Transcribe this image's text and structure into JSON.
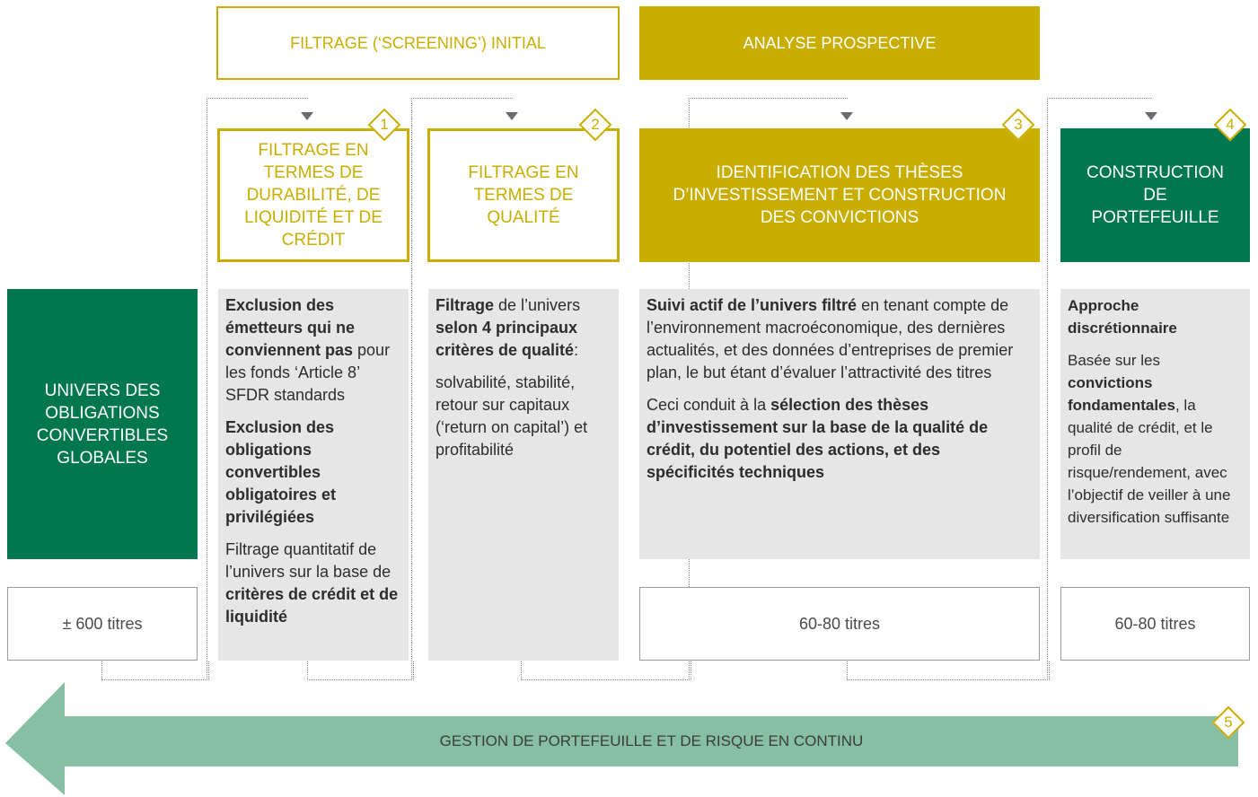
{
  "headers": {
    "screening": "FILTRAGE (‘SCREENING’) INITIAL",
    "prospective": "ANALYSE PROSPECTIVE"
  },
  "universe": {
    "label": "UNIVERS DES OBLIGATIONS CONVERTIBLES GLOBALES",
    "count": "± 600 titres"
  },
  "steps": [
    {
      "number": "1",
      "title": "FILTRAGE EN TERMES DE DURABILITÉ, DE LIQUIDITÉ ET DE CRÉDIT"
    },
    {
      "number": "2",
      "title": "FILTRAGE EN TERMES DE QUALITÉ"
    },
    {
      "number": "3",
      "title": "IDENTIFICATION DES THÈSES D’INVESTISSEMENT ET CONSTRUCTION DES CONVICTIONS"
    },
    {
      "number": "4",
      "title": "CONSTRUCTION DE PORTEFEUILLE"
    }
  ],
  "panels": {
    "p1": {
      "a_bold": "Exclusion des émetteurs qui ne conviennent pas",
      "a_rest": " pour les fonds ‘Article 8’ SFDR standards",
      "b_bold": "Exclusion des obligations convertibles obligatoires et privilégiées",
      "c_pre": "Filtrage quantitatif de l’univers sur la base de ",
      "c_bold": "critères de crédit et de liquidité"
    },
    "p2": {
      "a_bold1": "Filtrage",
      "a_mid": " de l’univers ",
      "a_bold2": "selon 4 principaux critères de qualité",
      "a_end": ":",
      "b": "solvabilité, stabilité, retour sur capitaux (‘return on capital’) et profitabilité"
    },
    "p3": {
      "a_bold": "Suivi actif de l’univers filtré",
      "a_rest": " en tenant compte de l’environnement macroéconomique, des dernières actualités, et des données d’entreprises de premier plan, le but étant d’évaluer l’attractivité des titres",
      "b_pre": "Ceci conduit à la ",
      "b_bold": "sélection des thèses d’investissement sur la base de la qualité de crédit, du potentiel des actions, et des spécificités techniques"
    },
    "p4": {
      "a_bold": "Approche discrétionnaire",
      "b_pre": "Basée sur les ",
      "b_bold": "convictions fondamentales",
      "b_rest": ", la qualité de crédit, et le profil de risque/rendement, avec l’objectif de veiller à une diversification suffisante"
    }
  },
  "counts": {
    "step3": "60-80 titres",
    "step4": "60-80 titres"
  },
  "bottom": {
    "number": "5",
    "label": "GESTION DE PORTEFEUILLE ET DE RISQUE EN CONTINU"
  },
  "colors": {
    "gold": "#c9ae00",
    "green": "#00774e",
    "light_green": "#86bfa3",
    "panel_grey": "#e6e6e7"
  }
}
